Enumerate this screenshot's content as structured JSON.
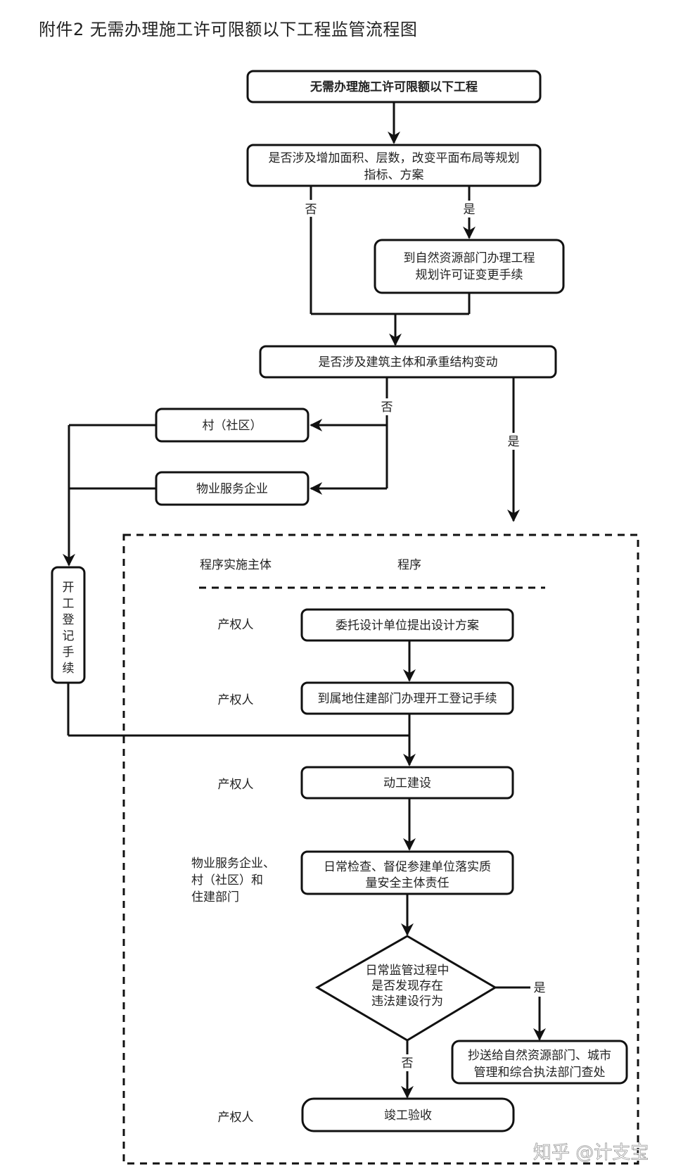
{
  "title": "附件2  无需办理施工许可限额以下工程监管流程图",
  "nodes": {
    "start": "无需办理施工许可限额以下工程",
    "q1": [
      "是否涉及增加面积、层数，改变平面布局等规划",
      "指标、方案"
    ],
    "planning_change": [
      "到自然资源部门办理工程",
      "规划许可证变更手续"
    ],
    "q2": "是否涉及建筑主体和承重结构变动",
    "village": "村（社区）",
    "property": "物业服务企业",
    "registration_vertical": [
      "开",
      "工",
      "登",
      "记",
      "手",
      "续"
    ],
    "design": "委托设计单位提出设计方案",
    "register": "到属地住建部门办理开工登记手续",
    "construct": "动工建设",
    "inspect": [
      "日常检查、督促参建单位落实质",
      "量安全主体责任"
    ],
    "decision": [
      "日常监管过程中",
      "是否发现存在",
      "违法建设行为"
    ],
    "refer": [
      "抄送给自然资源部门、城市",
      "管理和综合执法部门查处"
    ],
    "acceptance": "竣工验收"
  },
  "edge_labels": {
    "q1_no": "否",
    "q1_yes": "是",
    "q2_no": "否",
    "q2_yes": "是",
    "decision_yes": "是",
    "decision_no": "否"
  },
  "table_header": {
    "subject": "程序实施主体",
    "procedure": "程序"
  },
  "subjects": {
    "design": "产权人",
    "register": "产权人",
    "construct": "产权人",
    "inspect": [
      "物业服务企业、",
      "村（社区）和",
      "住建部门"
    ],
    "acceptance": "产权人"
  },
  "watermark": "知乎 @计支宝"
}
